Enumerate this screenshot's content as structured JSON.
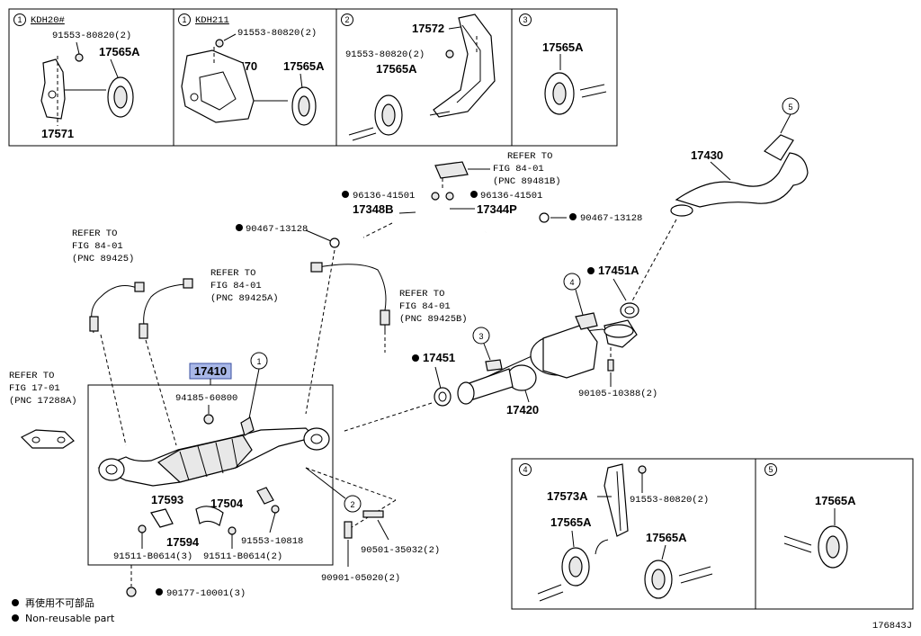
{
  "panels": {
    "p1a": {
      "circle": "1",
      "variant": "KDH20#",
      "parts": [
        "91553-80820(2)",
        "17565A",
        "17571"
      ]
    },
    "p1b": {
      "circle": "1",
      "variant": "KDH211",
      "parts": [
        "91553-80820(2)",
        "17570",
        "17565A"
      ]
    },
    "p2": {
      "circle": "2",
      "parts": [
        "17572",
        "91553-80820(2)",
        "17565A"
      ]
    },
    "p3": {
      "circle": "3",
      "parts": [
        "17565A"
      ]
    },
    "p4": {
      "circle": "4",
      "parts": [
        "17573A",
        "91553-80820(2)",
        "17565A",
        "17565A"
      ]
    },
    "p5": {
      "circle": "5",
      "parts": [
        "17565A"
      ]
    }
  },
  "refs": {
    "r1": [
      "REFER TO",
      "FIG 84-01",
      "(PNC 89481B)"
    ],
    "r2": [
      "REFER TO",
      "FIG 84-01",
      "(PNC 89425)"
    ],
    "r3": [
      "REFER TO",
      "FIG 84-01",
      "(PNC 89425A)"
    ],
    "r4": [
      "REFER TO",
      "FIG 84-01",
      "(PNC 89425B)"
    ],
    "r5": [
      "REFER TO",
      "FIG 17-01",
      "(PNC 17288A)"
    ]
  },
  "main": {
    "p17410": "17410",
    "p94185": "94185-60800",
    "p17593": "17593",
    "p17504": "17504",
    "p17594": "17594",
    "p91553_10818": "91553-10818",
    "p91511_3": "91511-B0614(3)",
    "p91511_2": "91511-B0614(2)",
    "p90501": "90501-35032(2)",
    "p90901": "90901-05020(2)",
    "p90177": "90177-10001(3)",
    "p96136a": "96136-41501",
    "p96136b": "96136-41501",
    "p17348B": "17348B",
    "p17344P": "17344P",
    "p90467a": "90467-13128",
    "p90467b": "90467-13128",
    "p17430": "17430",
    "p17451A": "17451A",
    "p17451": "17451",
    "p17420": "17420",
    "p90105": "90105-10388(2)",
    "c1": "1",
    "c2": "2",
    "c3": "3",
    "c4": "4",
    "c5": "5"
  },
  "legend": {
    "jp": "再使用不可部品",
    "en": "Non-reusable part"
  },
  "figure_id": "176843J"
}
